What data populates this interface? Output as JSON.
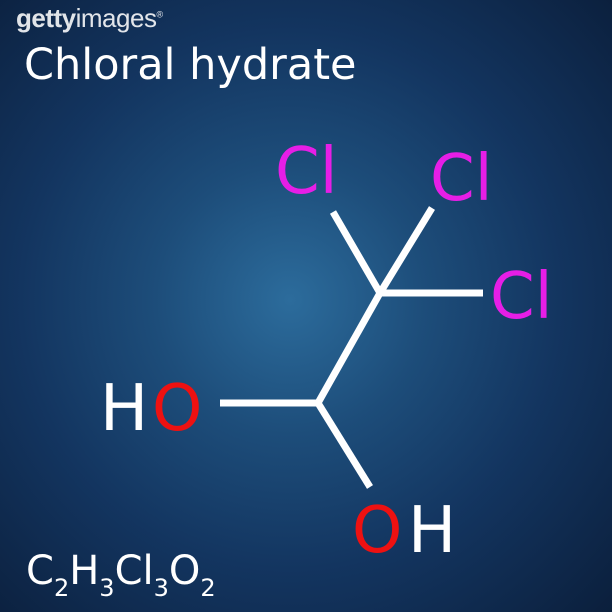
{
  "watermark": {
    "brand_bold": "getty",
    "brand_light": "images",
    "registered": "®"
  },
  "title": "Chloral hydrate",
  "formula": [
    {
      "el": "C",
      "n": "2"
    },
    {
      "el": "H",
      "n": "3"
    },
    {
      "el": "Cl",
      "n": "3"
    },
    {
      "el": "O",
      "n": "2"
    }
  ],
  "atoms": {
    "cl1": "Cl",
    "cl2": "Cl",
    "cl3": "Cl",
    "ho_h": "H",
    "ho_o": "O",
    "oh_o": "O",
    "oh_h": "H"
  },
  "colors": {
    "chlorine": "#e61ee6",
    "oxygen": "#ee1111",
    "bond": "#ffffff",
    "text": "#ffffff"
  }
}
